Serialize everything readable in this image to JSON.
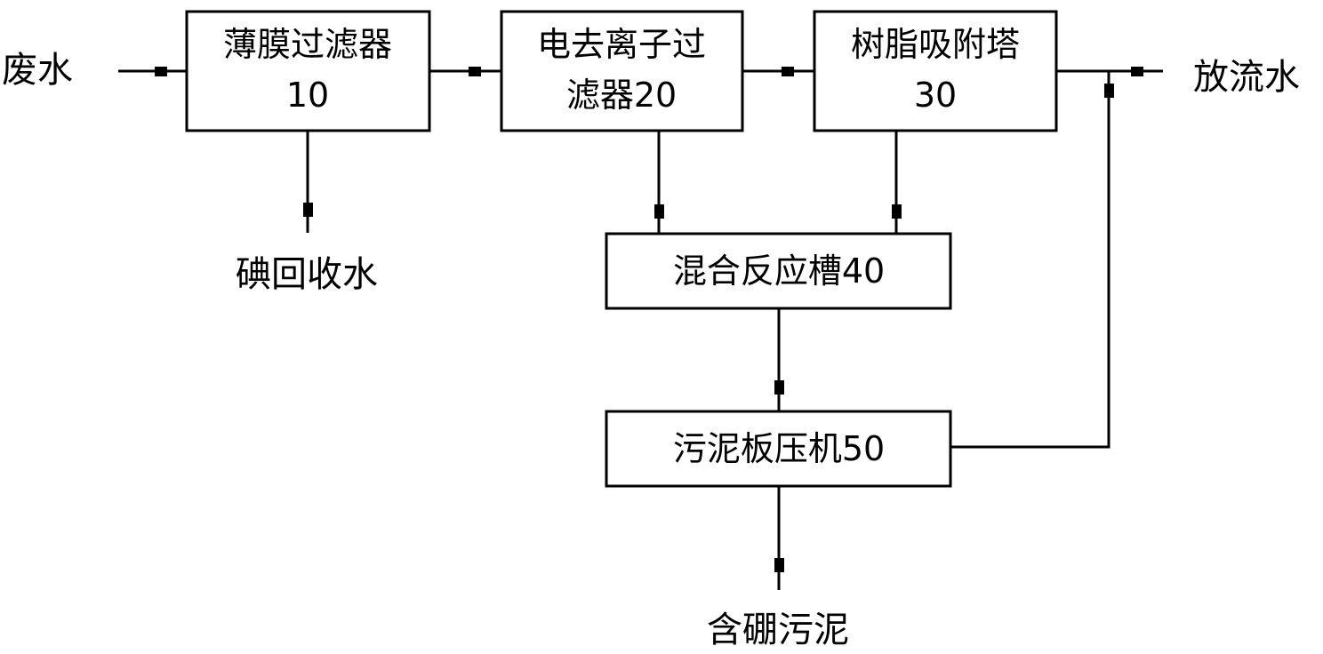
{
  "boxes": {
    "film_filter": {
      "line1": "薄膜过滤器",
      "line2": "10"
    },
    "edi_filter": {
      "line1": "电去离子过",
      "line2": "滤器20"
    },
    "resin_tower": {
      "line1": "树脂吸附塔",
      "line2": "30"
    },
    "mixing_tank": {
      "label": "混合反应槽40"
    },
    "sludge_press": {
      "label": "污泥板压机50"
    }
  },
  "external": {
    "wastewater_in": "废水",
    "discharge_out": "放流水",
    "iodine_recovery": "碘回收水",
    "boron_sludge": "含硼污泥"
  }
}
